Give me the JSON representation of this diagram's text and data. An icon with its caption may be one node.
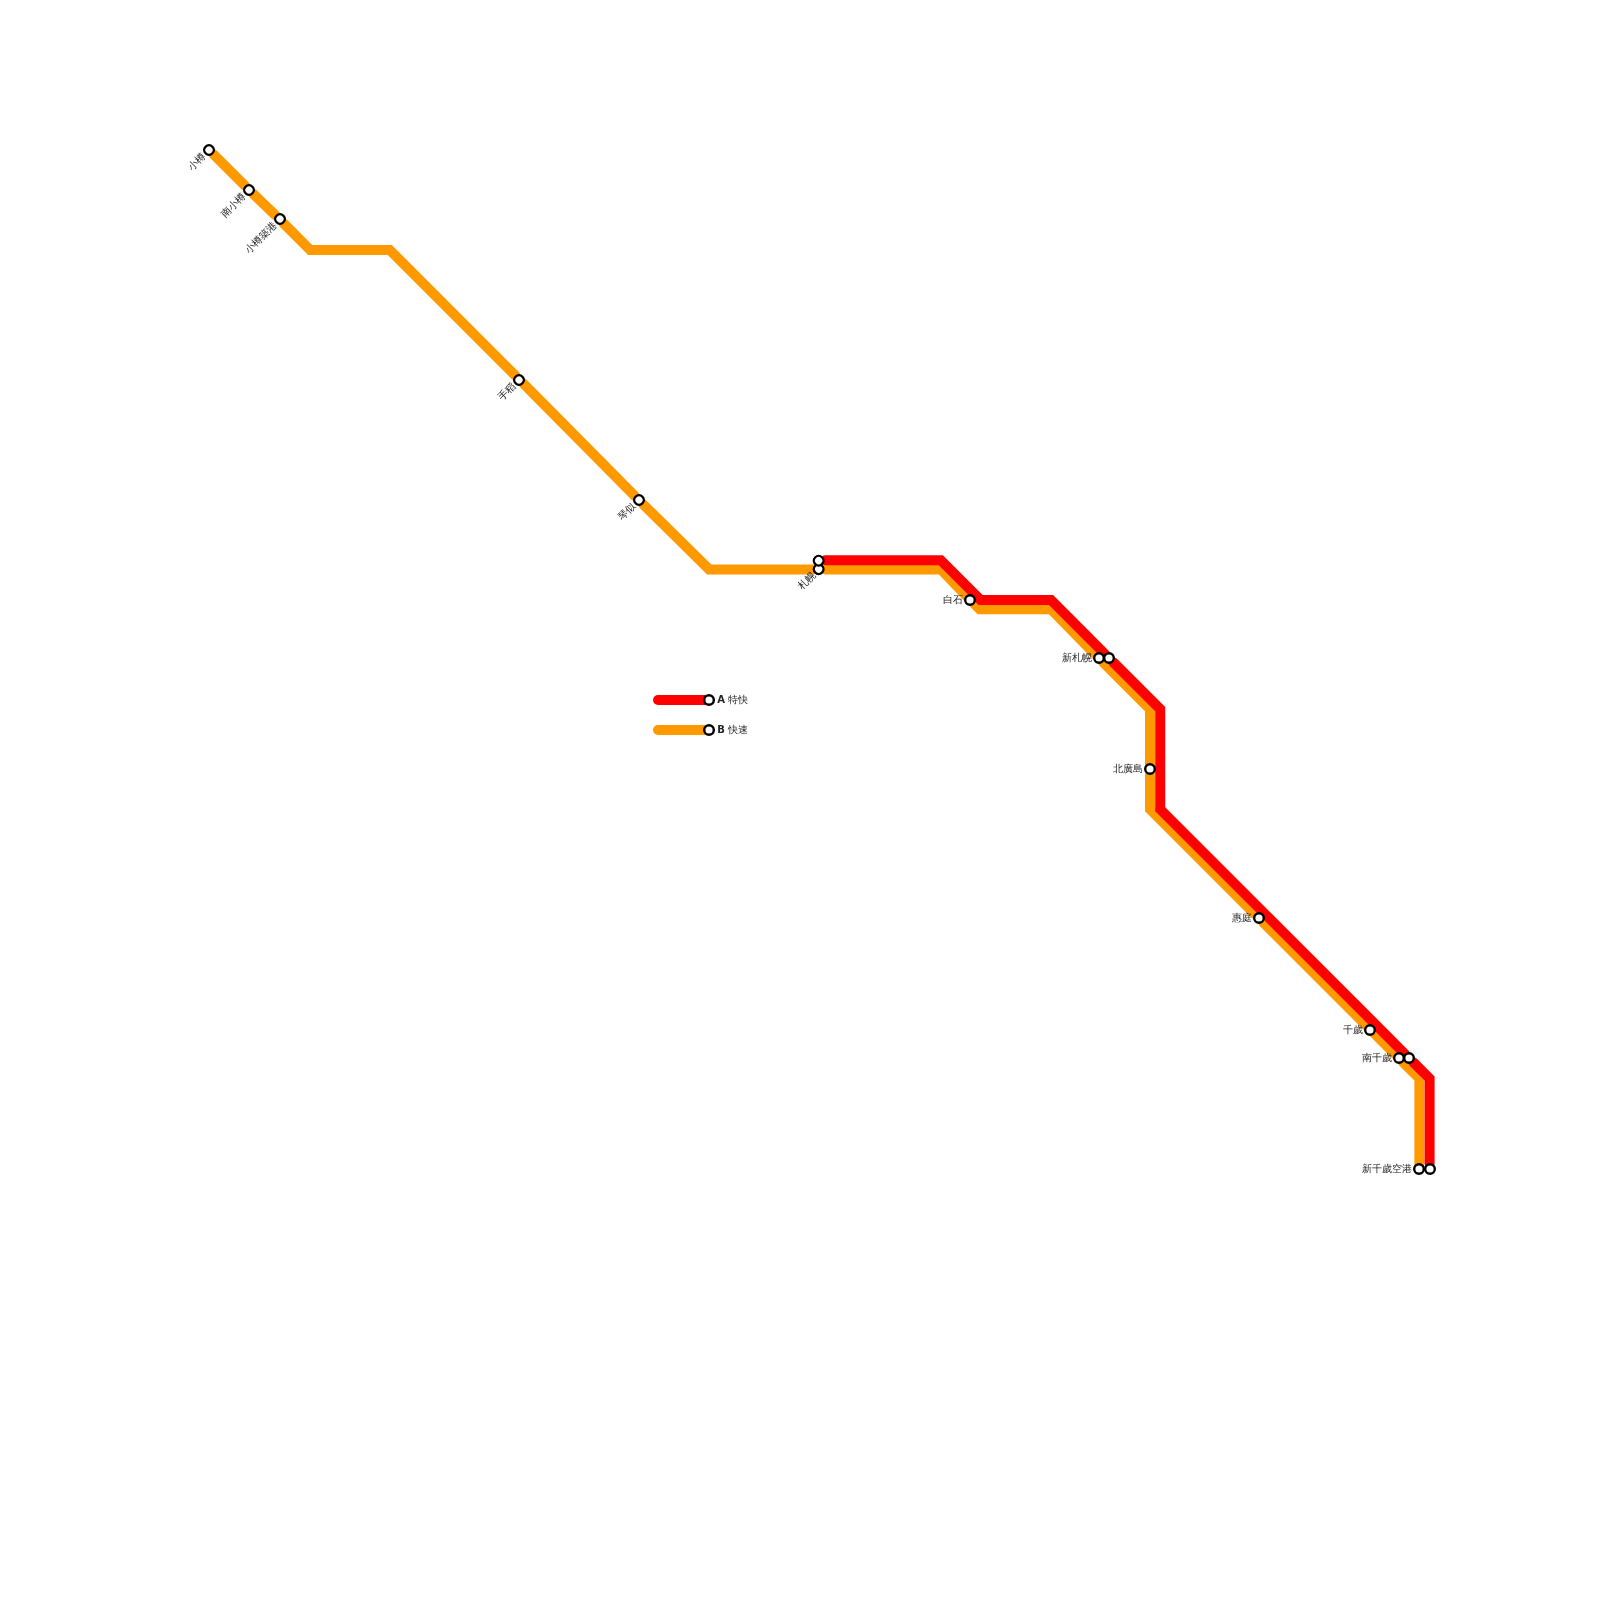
{
  "diagram": {
    "nodes": [
      {
        "text": [
          "小樽"
        ]
      },
      {
        "text": [
          "南小樽"
        ]
      },
      {
        "text": [
          "小樽築港"
        ]
      },
      {
        "text": [
          "手稻"
        ]
      },
      {
        "text": [
          "琴似"
        ]
      },
      {
        "text": [
          "札幌"
        ]
      },
      {
        "text": [
          "白石"
        ]
      },
      {
        "text": [
          "新札幌"
        ]
      },
      {
        "text": [
          "北廣島"
        ]
      },
      {
        "text": [
          "惠庭"
        ]
      },
      {
        "text": [
          "千歲"
        ]
      },
      {
        "text": [
          "南千歲"
        ]
      },
      {
        "text": [
          "新千歲空港"
        ]
      }
    ],
    "edges": [
      {
        "from": 0,
        "to": 1,
        "arrow": "none"
      },
      {
        "from": 1,
        "to": 2,
        "arrow": "none"
      },
      {
        "from": 2,
        "to": 3,
        "arrow": "none"
      },
      {
        "from": 3,
        "to": 4,
        "arrow": "none"
      },
      {
        "from": 4,
        "to": 5,
        "arrow": "none"
      },
      {
        "from": 5,
        "to": 6,
        "arrow": "none"
      },
      {
        "from": 6,
        "to": 7,
        "arrow": "none"
      },
      {
        "from": 7,
        "to": 8,
        "arrow": "none"
      },
      {
        "from": 8,
        "to": 9,
        "arrow": "none"
      },
      {
        "from": 9,
        "to": 10,
        "arrow": "none"
      },
      {
        "from": 10,
        "to": 11,
        "arrow": "none"
      },
      {
        "from": 11,
        "to": 12,
        "arrow": "none"
      },
      {
        "from": 5,
        "to": 7,
        "arrow": "none",
        "color": "#ff0000"
      },
      {
        "from": 7,
        "to": 11,
        "arrow": "none",
        "color": "#ff0000"
      },
      {
        "from": 11,
        "to": 12,
        "arrow": "none",
        "color": "#ff0000"
      }
    ],
    "legend": [
      {
        "text": "**A** 特快",
        "color": "#ff0000"
      },
      {
        "text": "**B** 快速",
        "color": "#ff9900"
      }
    ]
  }
}
